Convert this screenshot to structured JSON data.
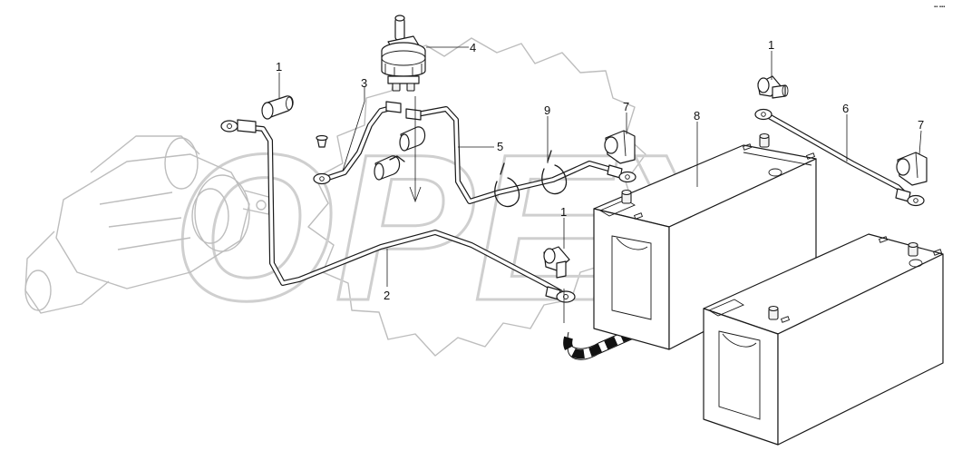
{
  "callouts": {
    "c1_left": "1",
    "c1_top_right": "1",
    "c1_mid": "1",
    "c2": "2",
    "c3": "3",
    "c4": "4",
    "c5": "5",
    "c6": "6",
    "c7_left": "7",
    "c7_right": "7",
    "c8": "8",
    "c9": "9"
  },
  "corner_ref": "▪▪ ▪▪▪",
  "watermark_text": "OPEX"
}
